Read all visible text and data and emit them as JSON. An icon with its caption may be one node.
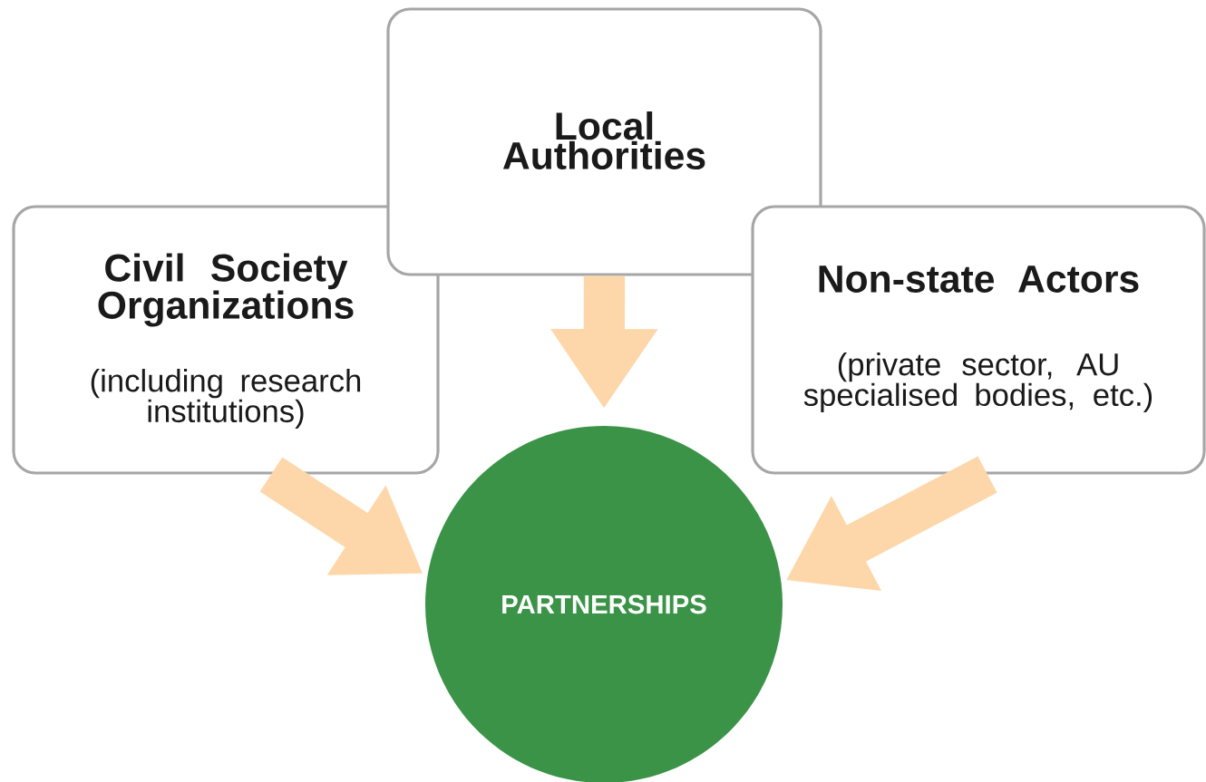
{
  "diagram": {
    "nodes": [
      {
        "text": [
          "Local Authorities"
        ]
      },
      {
        "text": [
          "Civil Society Organizations",
          "(including research institutions)"
        ]
      },
      {
        "text": [
          "Non-state Actors",
          "(private sector, AU specialised bodies, etc.)"
        ]
      },
      {
        "text": [
          "PARTNERSHIPS"
        ]
      }
    ],
    "edges": [
      {
        "from": 0,
        "to": 3,
        "arrow": "to"
      },
      {
        "from": 1,
        "to": 3,
        "arrow": "to"
      },
      {
        "from": 2,
        "to": 3,
        "arrow": "to"
      }
    ]
  }
}
